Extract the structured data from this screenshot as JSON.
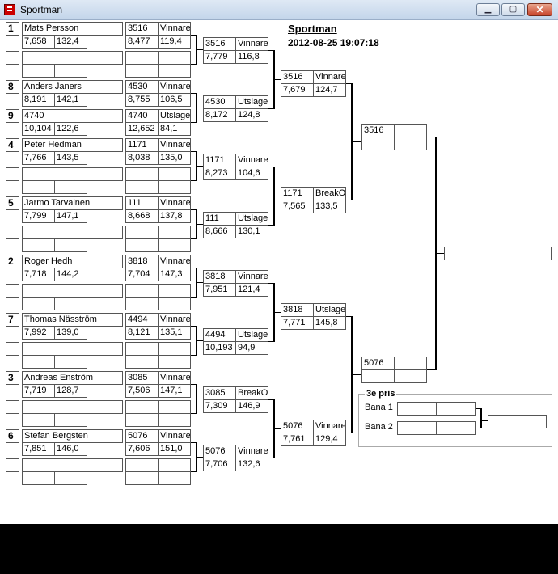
{
  "window": {
    "title": "Sportman",
    "min_glyph": "▁",
    "max_glyph": "▢",
    "close_glyph": "✕"
  },
  "header": {
    "title": "Sportman",
    "datetime": "2012-08-25 19:07:18"
  },
  "round1": [
    {
      "seed": "1",
      "name": "Mats Persson",
      "et": "7,658",
      "speed": "132,4"
    },
    {
      "seed": "",
      "name": "",
      "et": "",
      "speed": ""
    },
    {
      "seed": "8",
      "name": "Anders Janers",
      "et": "8,191",
      "speed": "142,1"
    },
    {
      "seed": "9",
      "name": "4740",
      "et": "10,104",
      "speed": "122,6"
    },
    {
      "seed": "4",
      "name": "Peter Hedman",
      "et": "7,766",
      "speed": "143,5"
    },
    {
      "seed": "",
      "name": "",
      "et": "",
      "speed": ""
    },
    {
      "seed": "5",
      "name": "Jarmo Tarvainen",
      "et": "7,799",
      "speed": "147,1"
    },
    {
      "seed": "",
      "name": "",
      "et": "",
      "speed": ""
    },
    {
      "seed": "2",
      "name": "Roger Hedh",
      "et": "7,718",
      "speed": "144,2"
    },
    {
      "seed": "",
      "name": "",
      "et": "",
      "speed": ""
    },
    {
      "seed": "7",
      "name": "Thomas Näsström",
      "et": "7,992",
      "speed": "139,0"
    },
    {
      "seed": "",
      "name": "",
      "et": "",
      "speed": ""
    },
    {
      "seed": "3",
      "name": "Andreas Enström",
      "et": "7,719",
      "speed": "128,7"
    },
    {
      "seed": "",
      "name": "",
      "et": "",
      "speed": ""
    },
    {
      "seed": "6",
      "name": "Stefan Bergsten",
      "et": "7,851",
      "speed": "146,0"
    },
    {
      "seed": "",
      "name": "",
      "et": "",
      "speed": ""
    }
  ],
  "round2": [
    {
      "num": "3516",
      "result": "Vinnare",
      "et": "8,477",
      "speed": "119,4"
    },
    {
      "num": "",
      "result": "",
      "et": "",
      "speed": ""
    },
    {
      "num": "4530",
      "result": "Vinnare",
      "et": "8,755",
      "speed": "106,5"
    },
    {
      "num": "4740",
      "result": "Utslagen",
      "et": "12,652",
      "speed": "84,1"
    },
    {
      "num": "1171",
      "result": "Vinnare",
      "et": "8,038",
      "speed": "135,0"
    },
    {
      "num": "",
      "result": "",
      "et": "",
      "speed": ""
    },
    {
      "num": "111",
      "result": "Vinnare",
      "et": "8,668",
      "speed": "137,8"
    },
    {
      "num": "",
      "result": "",
      "et": "",
      "speed": ""
    },
    {
      "num": "3818",
      "result": "Vinnare",
      "et": "7,704",
      "speed": "147,3"
    },
    {
      "num": "",
      "result": "",
      "et": "",
      "speed": ""
    },
    {
      "num": "4494",
      "result": "Vinnare",
      "et": "8,121",
      "speed": "135,1"
    },
    {
      "num": "",
      "result": "",
      "et": "",
      "speed": ""
    },
    {
      "num": "3085",
      "result": "Vinnare",
      "et": "7,506",
      "speed": "147,1"
    },
    {
      "num": "",
      "result": "",
      "et": "",
      "speed": ""
    },
    {
      "num": "5076",
      "result": "Vinnare",
      "et": "7,606",
      "speed": "151,0"
    },
    {
      "num": "",
      "result": "",
      "et": "",
      "speed": ""
    }
  ],
  "round3": [
    {
      "num": "3516",
      "result": "Vinnare",
      "et": "7,779",
      "speed": "116,8"
    },
    {
      "num": "4530",
      "result": "Utslagen",
      "et": "8,172",
      "speed": "124,8"
    },
    {
      "num": "1171",
      "result": "Vinnare",
      "et": "8,273",
      "speed": "104,6"
    },
    {
      "num": "111",
      "result": "Utslagen",
      "et": "8,666",
      "speed": "130,1"
    },
    {
      "num": "3818",
      "result": "Vinnare",
      "et": "7,951",
      "speed": "121,4"
    },
    {
      "num": "4494",
      "result": "Utslagen",
      "et": "10,193",
      "speed": "94,9"
    },
    {
      "num": "3085",
      "result": "BreakOut",
      "et": "7,309",
      "speed": "146,9"
    },
    {
      "num": "5076",
      "result": "Vinnare",
      "et": "7,706",
      "speed": "132,6"
    }
  ],
  "round4": [
    {
      "num": "3516",
      "result": "Vinnare",
      "et": "7,679",
      "speed": "124,7"
    },
    {
      "num": "1171",
      "result": "BreakOut",
      "et": "7,565",
      "speed": "133,5"
    },
    {
      "num": "3818",
      "result": "Utslagen",
      "et": "7,771",
      "speed": "145,8"
    },
    {
      "num": "5076",
      "result": "Vinnare",
      "et": "7,761",
      "speed": "129,4"
    }
  ],
  "semifinal": [
    {
      "num": "3516",
      "result": "",
      "et": "",
      "speed": ""
    },
    {
      "num": "5076",
      "result": "",
      "et": "",
      "speed": ""
    }
  ],
  "final": {
    "winner": ""
  },
  "third_place": {
    "title": "3e pris",
    "lane1_label": "Bana 1",
    "lane2_label": "Bana 2",
    "lane1": {
      "a": "",
      "b": ""
    },
    "lane2": {
      "a": "",
      "b": ""
    },
    "winner": ""
  }
}
